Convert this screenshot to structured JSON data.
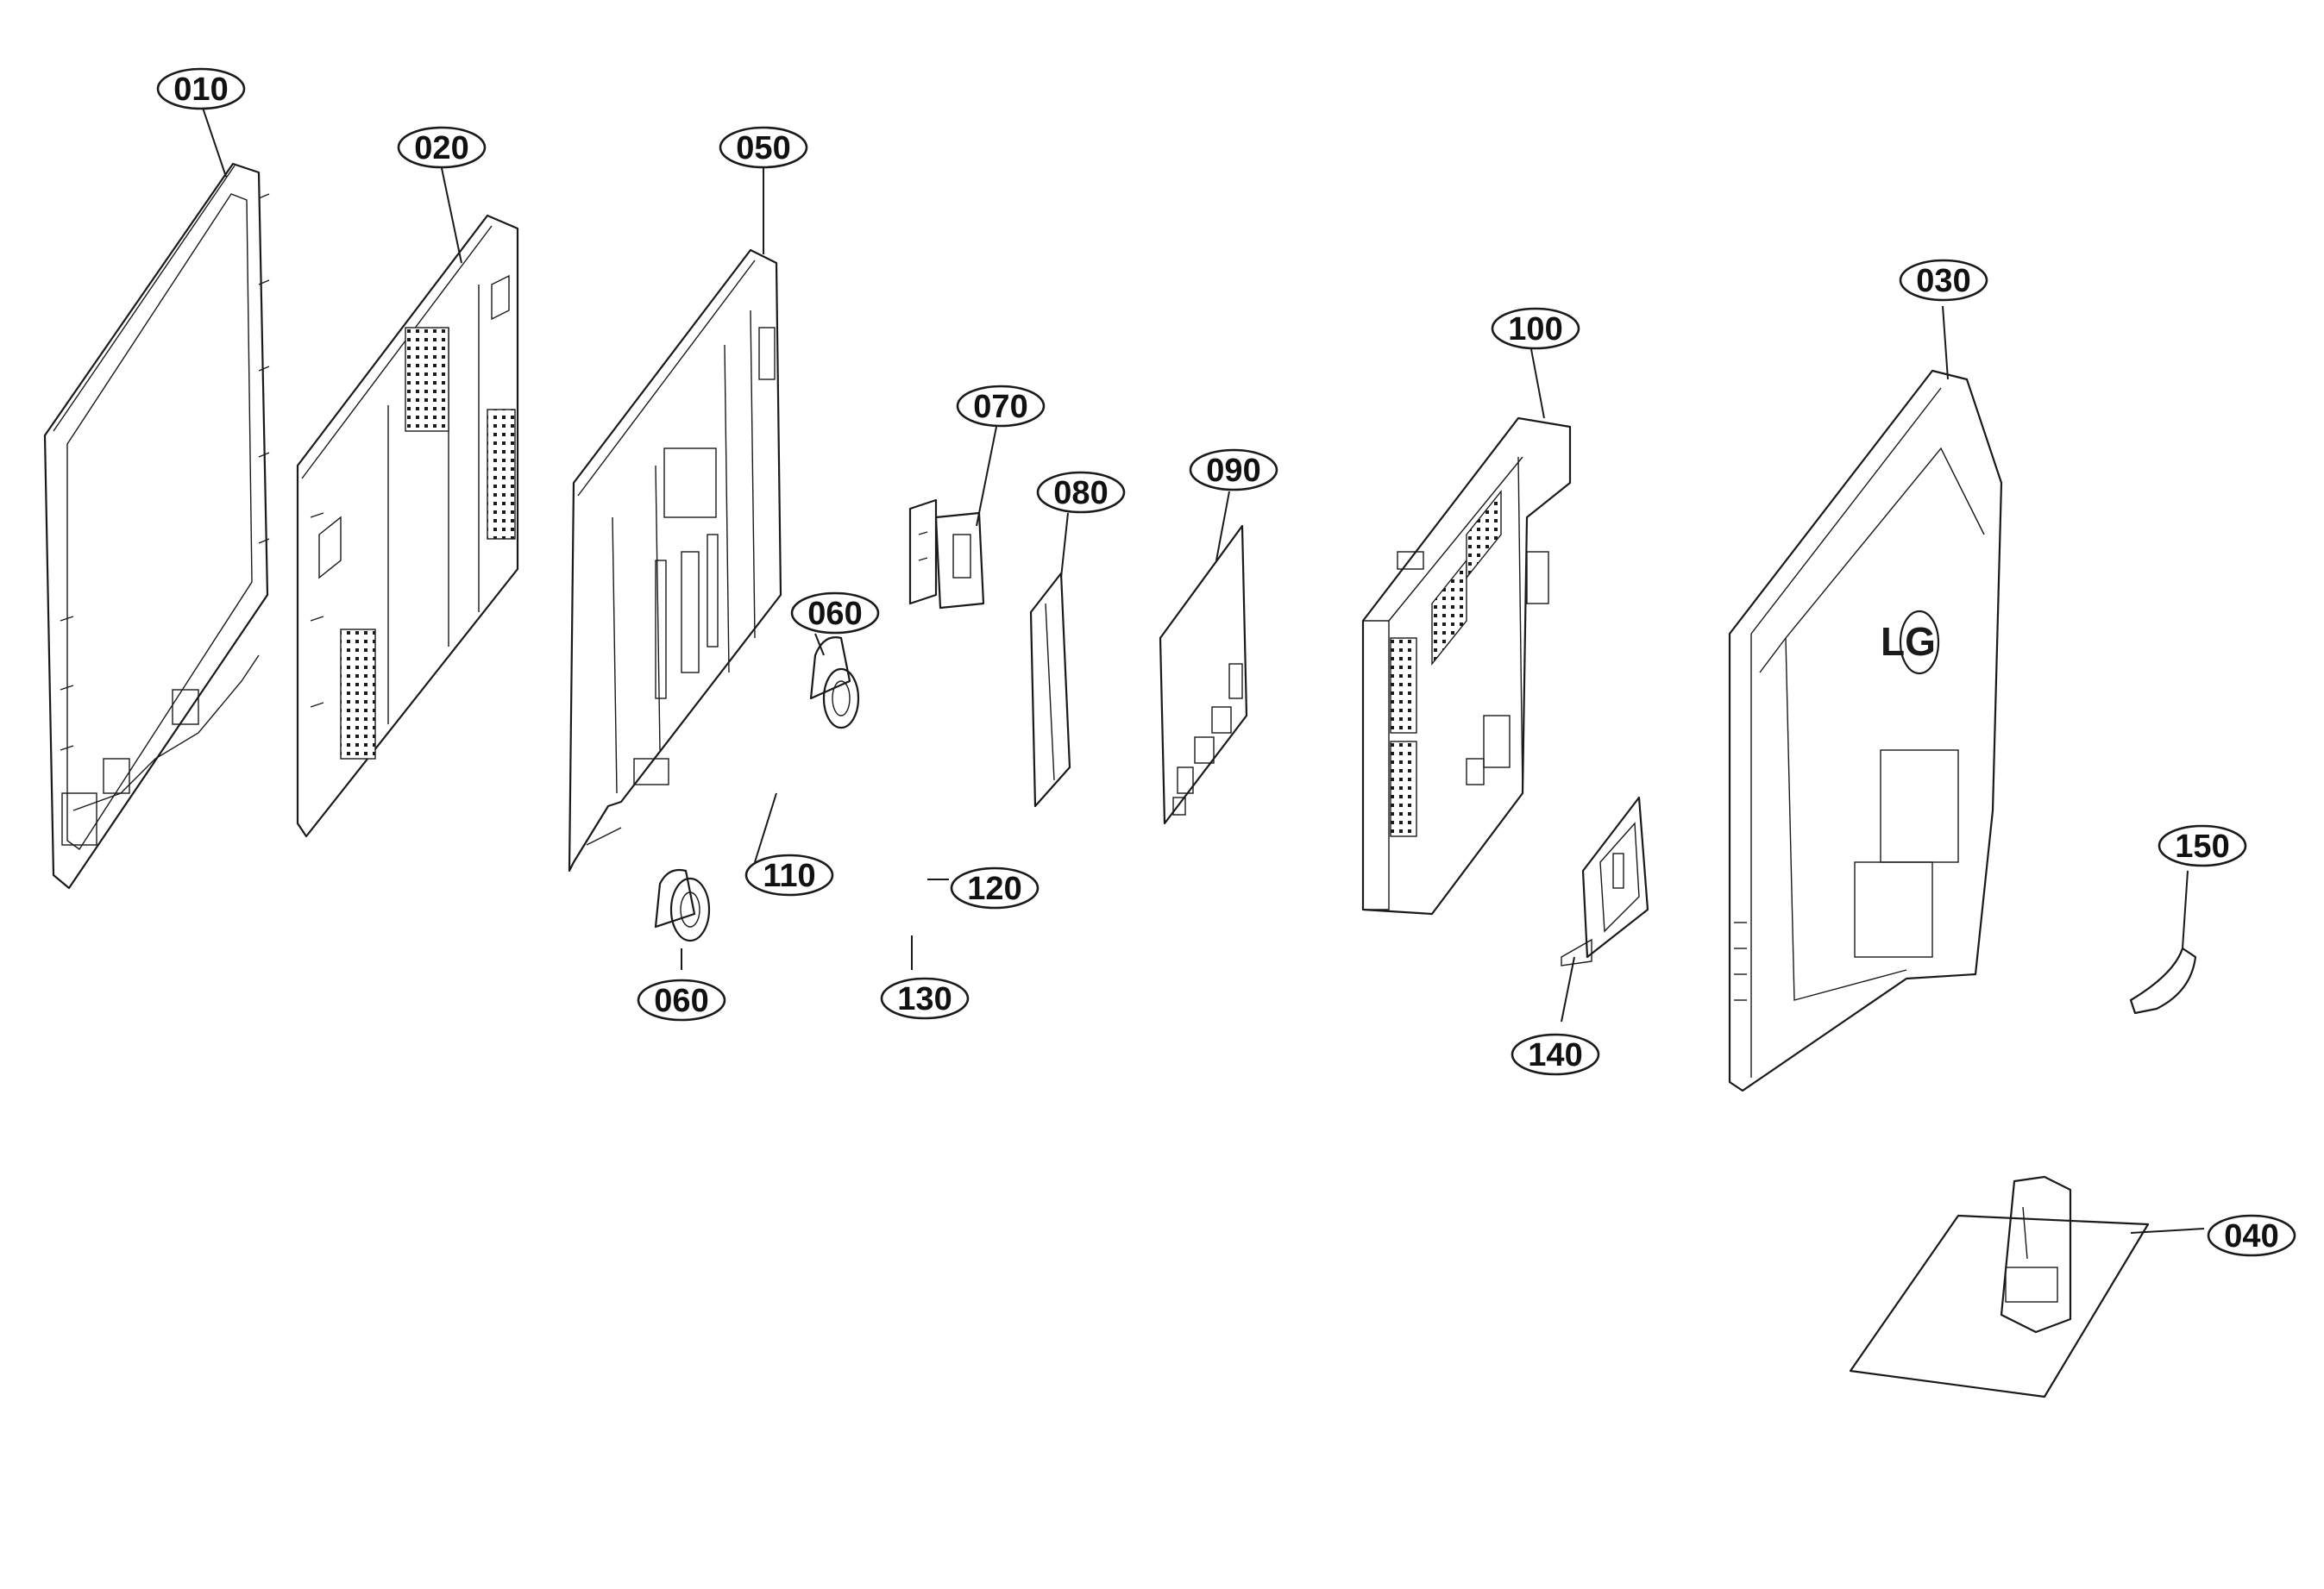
{
  "callouts": {
    "c010": "010",
    "c020": "020",
    "c050": "050",
    "c070": "070",
    "c080": "080",
    "c090": "090",
    "c100": "100",
    "c030": "030",
    "c060a": "060",
    "c110": "110",
    "c120": "120",
    "c130": "130",
    "c060b": "060",
    "c140": "140",
    "c150": "150",
    "c040": "040"
  },
  "logo": "LG"
}
